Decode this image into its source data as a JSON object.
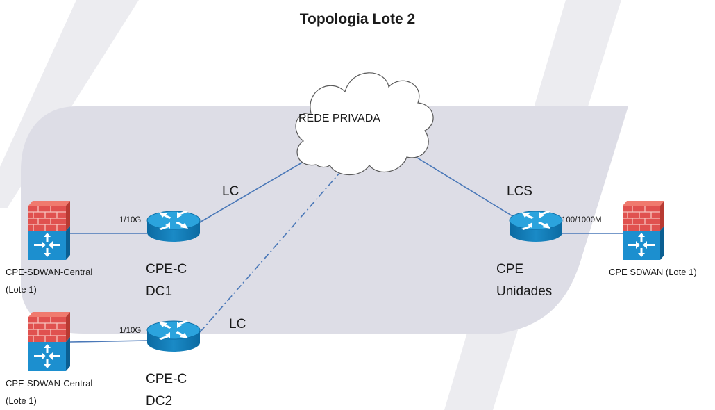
{
  "title": "Topologia Lote 2",
  "cloud": {
    "label": "REDE PRIVADA",
    "icon": "cloud-icon"
  },
  "links": {
    "dc1_to_cloud": "LC",
    "dc2_to_cloud": "LC",
    "unidades_to_cloud": "LCS",
    "fw1_to_dc1": "1/10G",
    "fw2_to_dc2": "1/10G",
    "unidades_to_fw": "100/1000M"
  },
  "routers": {
    "dc1": {
      "line1": "CPE-C",
      "line2": "DC1",
      "icon": "router-icon"
    },
    "dc2": {
      "line1": "CPE-C",
      "line2": "DC2",
      "icon": "router-icon"
    },
    "unidades": {
      "line1": "CPE",
      "line2": "Unidades",
      "icon": "router-icon"
    }
  },
  "firewalls": {
    "central1": {
      "line1": "CPE-SDWAN-Central",
      "line2": "(Lote 1)",
      "icon": "firewall-icon"
    },
    "central2": {
      "line1": "CPE-SDWAN-Central",
      "line2": "(Lote 1)",
      "icon": "firewall-icon"
    },
    "sdwan": {
      "line1": "CPE SDWAN (Lote 1)",
      "icon": "firewall-icon"
    }
  },
  "colors": {
    "background_band": "#dddde6",
    "link": "#4a78b8",
    "router_body": "#1a8ac6",
    "firewall_brick": "#e0514f",
    "firewall_body": "#1c8fcf"
  }
}
